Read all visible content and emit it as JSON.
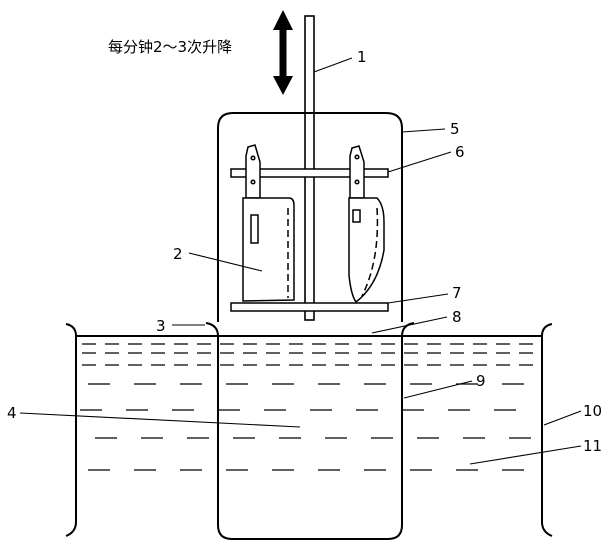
{
  "caption": "每分钟2～3次升降",
  "labels": {
    "rod": "1",
    "cleaver": "2",
    "container_edge": "3",
    "liquid": "4",
    "basket": "5",
    "upper_rack": "6",
    "lower_rack": "7",
    "liquid_surface": "8",
    "basket_wall": "9",
    "tank_wall": "10",
    "solution_line": "11"
  },
  "colors": {
    "stroke": "#000000",
    "background": "#ffffff"
  }
}
